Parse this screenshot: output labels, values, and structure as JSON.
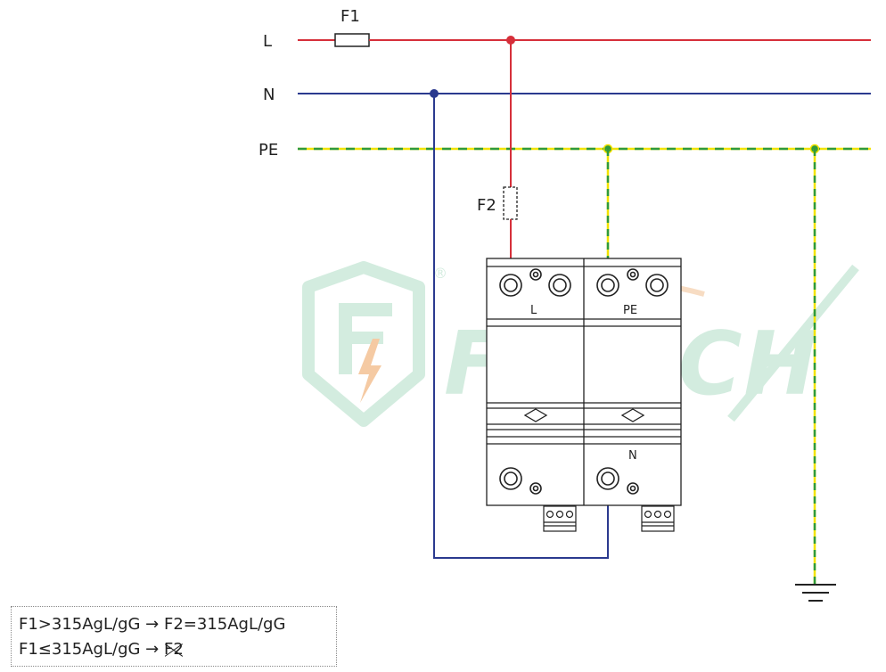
{
  "labels": {
    "line_L": "L",
    "line_N": "N",
    "line_PE": "PE",
    "fuse_F1": "F1",
    "fuse_F2": "F2",
    "module_left": "L",
    "module_right_top": "PE",
    "module_right_bottom": "N"
  },
  "watermark": {
    "brand": "FATECH",
    "registered": "®"
  },
  "notes": {
    "line1": "F1>315AgL/gG → F2=315AgL/gG",
    "line2_prefix": "F1≤315AgL/gG → ",
    "line2_struck": "F2"
  },
  "colors": {
    "phase": "#d62f3a",
    "neutral": "#2b3a8f",
    "pe_green": "#2e9a3c",
    "pe_yellow": "#f2e300",
    "watermark": "#cfeadc"
  }
}
